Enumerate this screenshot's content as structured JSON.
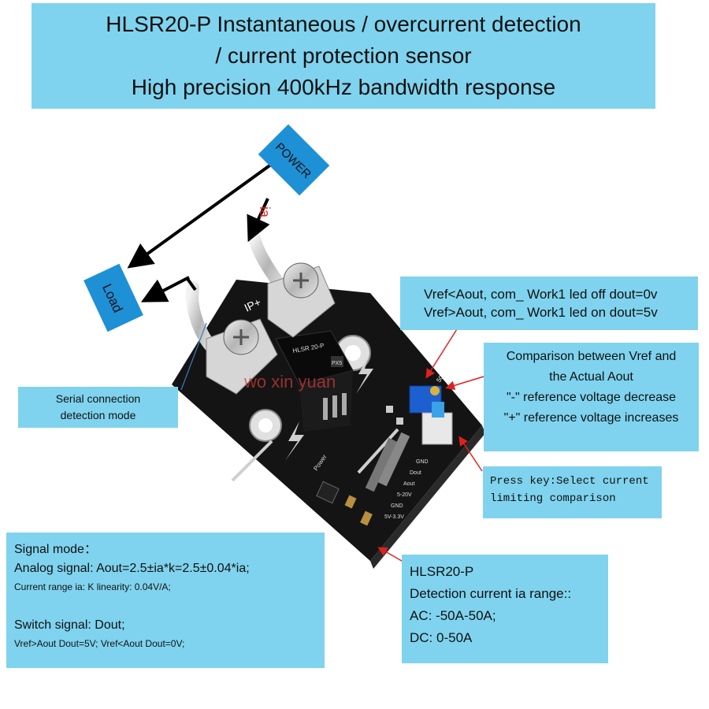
{
  "title": {
    "line1": "HLSR20-P Instantaneous / overcurrent detection",
    "line2": "/ current protection sensor",
    "line3": "High precision 400kHz bandwidth response"
  },
  "power_label": "POWER",
  "load_label": "Load",
  "current_label": "ia",
  "watermark": "wo xin yuan",
  "board_marks": {
    "ip_plus": "IP+",
    "chip_top": "HLSR 20-P",
    "chip_side": "PX5",
    "pot_label": "502",
    "header_pins": [
      "GND",
      "Dout",
      "Aout",
      "5-20V",
      "GND",
      "5V-3.3V"
    ],
    "power_mark": "Power"
  },
  "vref_box": {
    "line1": "Vref<Aout, com_ Work1 led off dout=0v",
    "line2": "Vref>Aout, com_ Work1 led on dout=5v"
  },
  "comparison_box": {
    "line1": "Comparison between Vref and",
    "line2": "the Actual Aout",
    "line3": "\"-\" reference voltage decrease",
    "line4": "\"+\" reference voltage increases"
  },
  "serial_box": {
    "line1": "Serial connection",
    "line2": "detection mode"
  },
  "presskey_box": {
    "line1": "Press key:Select current",
    "line2": "limiting comparison"
  },
  "signal_box": {
    "heading": "Signal mode：",
    "analog": "Analog signal: Aout=2.5±ia*k=2.5±0.04*ia;",
    "range": "Current range ia: K linearity: 0.04V/A;",
    "switch": "Switch signal: Dout;",
    "switch_detail": "Vref>Aout  Dout=5V;    Vref<Aout  Dout=0V;"
  },
  "hlsr_box": {
    "line1": "HLSR20-P",
    "line2": "Detection current ia range::",
    "line3": "AC: -50A-50A;",
    "line4": "DC: 0-50A"
  },
  "colors": {
    "light_box": "#7fd3ee",
    "blue_box": "#1e90d6",
    "arrow_red": "#e02020",
    "arrow_black": "#000000",
    "pcb": "#141414",
    "current_text": "#e8261f"
  }
}
